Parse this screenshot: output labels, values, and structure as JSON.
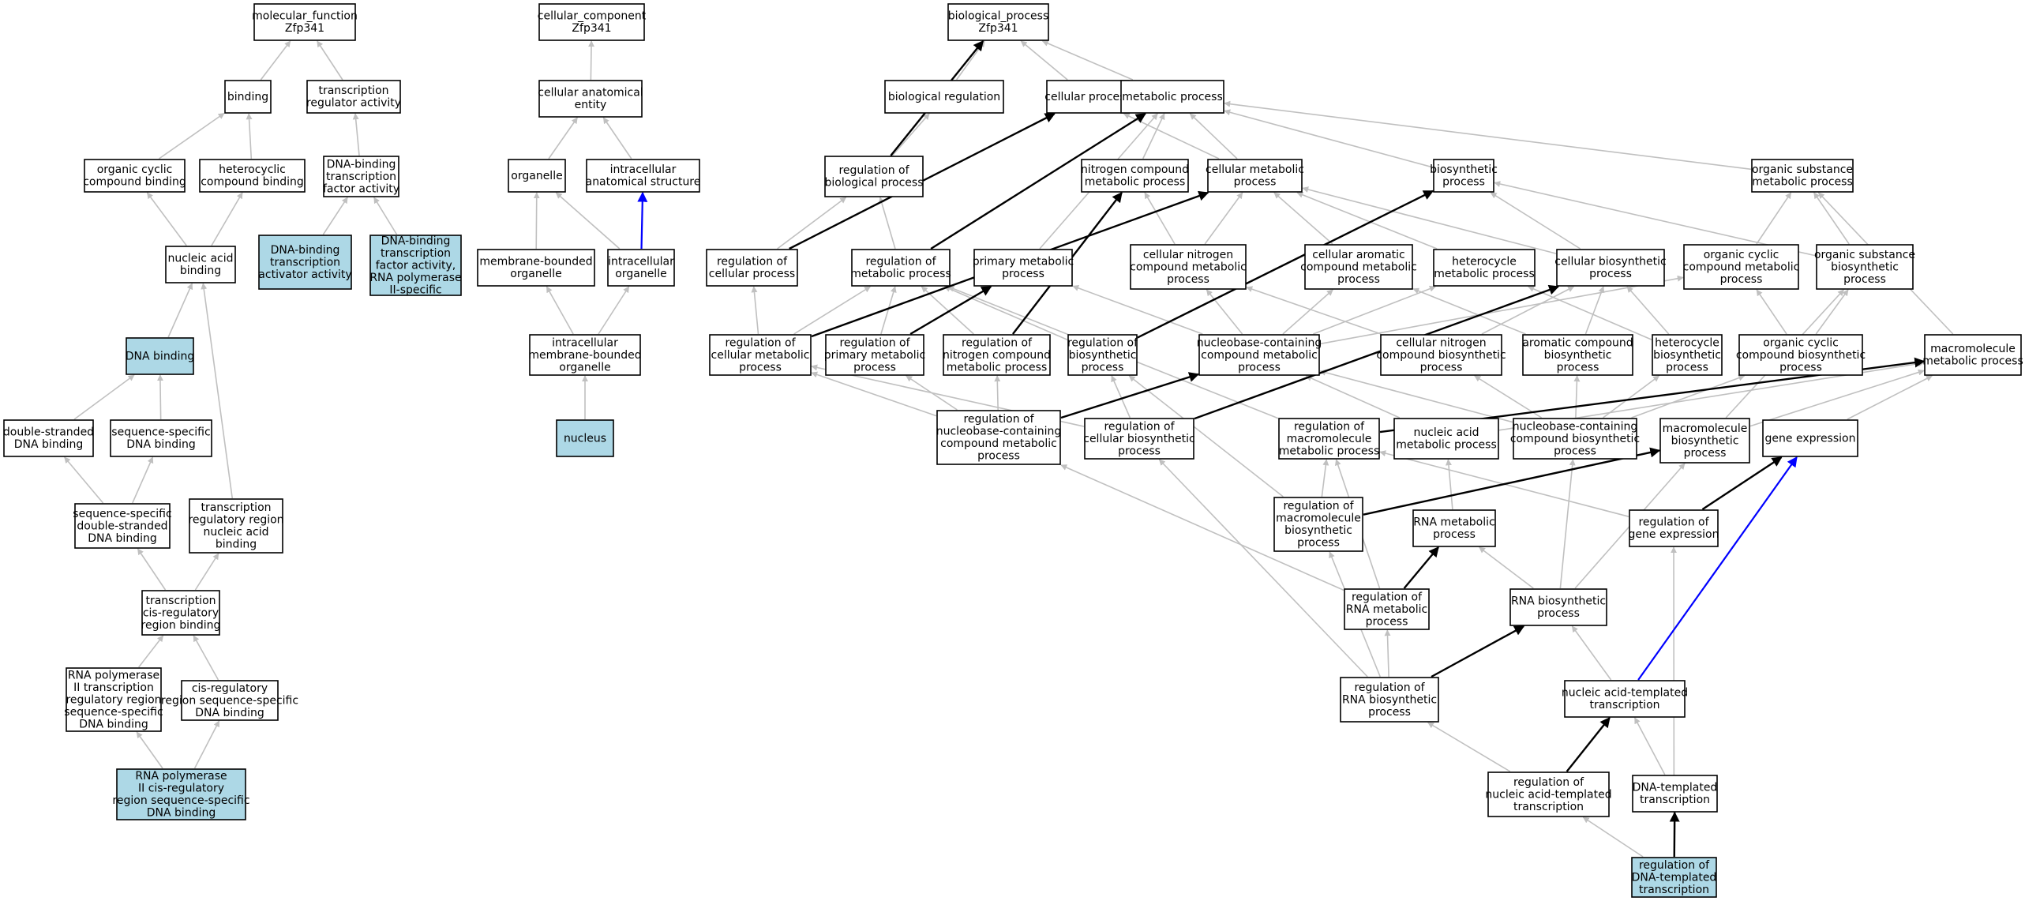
{
  "colors": {
    "highlight_fill": "#add8e6",
    "node_fill": "#ffffff",
    "edge_is_a": "#c0c0c0",
    "edge_regulates": "#000000",
    "edge_part_of": "#0000ff"
  },
  "nodes": [
    {
      "id": "mf",
      "lines": [
        "molecular_function",
        "Zfp341"
      ]
    },
    {
      "id": "binding",
      "lines": [
        "binding"
      ]
    },
    {
      "id": "trna",
      "lines": [
        "transcription",
        "regulator activity"
      ]
    },
    {
      "id": "ocb",
      "lines": [
        "organic cyclic",
        "compound binding"
      ]
    },
    {
      "id": "hcb",
      "lines": [
        "heterocyclic",
        "compound binding"
      ]
    },
    {
      "id": "dbtfa",
      "lines": [
        "DNA-binding",
        "transcription",
        "factor activity"
      ]
    },
    {
      "id": "nab",
      "lines": [
        "nucleic acid",
        "binding"
      ]
    },
    {
      "id": "dbtaa",
      "lines": [
        "DNA-binding",
        "transcription",
        "activator activity"
      ],
      "highlight": true
    },
    {
      "id": "dbtfa2",
      "lines": [
        "DNA-binding",
        "transcription",
        "factor activity,",
        "RNA polymerase",
        "II-specific"
      ],
      "highlight": true
    },
    {
      "id": "dnab",
      "lines": [
        "DNA binding"
      ],
      "highlight": true
    },
    {
      "id": "dsdb",
      "lines": [
        "double-stranded",
        "DNA binding"
      ]
    },
    {
      "id": "ssdb",
      "lines": [
        "sequence-specific",
        "DNA binding"
      ]
    },
    {
      "id": "ssdsdb",
      "lines": [
        "sequence-specific",
        "double-stranded",
        "DNA binding"
      ]
    },
    {
      "id": "trrnab",
      "lines": [
        "transcription",
        "regulatory region",
        "nucleic acid",
        "binding"
      ]
    },
    {
      "id": "tcrrb",
      "lines": [
        "transcription",
        "cis-regulatory",
        "region binding"
      ]
    },
    {
      "id": "rp2trr",
      "lines": [
        "RNA polymerase",
        "II transcription",
        "regulatory region",
        "sequence-specific",
        "DNA binding"
      ]
    },
    {
      "id": "crrssdb",
      "lines": [
        "cis-regulatory",
        "region sequence-specific",
        "DNA binding"
      ]
    },
    {
      "id": "rp2crr",
      "lines": [
        "RNA polymerase",
        "II cis-regulatory",
        "region sequence-specific",
        "DNA binding"
      ],
      "highlight": true
    },
    {
      "id": "cc",
      "lines": [
        "cellular_component",
        "Zfp341"
      ]
    },
    {
      "id": "cae",
      "lines": [
        "cellular anatomical",
        "entity"
      ]
    },
    {
      "id": "organelle",
      "lines": [
        "organelle"
      ]
    },
    {
      "id": "ias",
      "lines": [
        "intracellular",
        "anatomical structure"
      ]
    },
    {
      "id": "mbo",
      "lines": [
        "membrane-bounded",
        "organelle"
      ]
    },
    {
      "id": "io",
      "lines": [
        "intracellular",
        "organelle"
      ]
    },
    {
      "id": "imbo",
      "lines": [
        "intracellular",
        "membrane-bounded",
        "organelle"
      ]
    },
    {
      "id": "nucleus",
      "lines": [
        "nucleus"
      ],
      "highlight": true
    },
    {
      "id": "bp",
      "lines": [
        "biological_process",
        "Zfp341"
      ]
    },
    {
      "id": "breg",
      "lines": [
        "biological regulation"
      ]
    },
    {
      "id": "cp",
      "lines": [
        "cellular process"
      ]
    },
    {
      "id": "mp",
      "lines": [
        "metabolic process"
      ]
    },
    {
      "id": "rbp",
      "lines": [
        "regulation of",
        "biological process"
      ]
    },
    {
      "id": "ncmp",
      "lines": [
        "nitrogen compound",
        "metabolic process"
      ]
    },
    {
      "id": "cmp",
      "lines": [
        "cellular metabolic",
        "process"
      ]
    },
    {
      "id": "bsp",
      "lines": [
        "biosynthetic",
        "process"
      ]
    },
    {
      "id": "osmp",
      "lines": [
        "organic substance",
        "metabolic process"
      ]
    },
    {
      "id": "rcp",
      "lines": [
        "regulation of",
        "cellular process"
      ]
    },
    {
      "id": "rmp",
      "lines": [
        "regulation of",
        "metabolic process"
      ]
    },
    {
      "id": "pmp",
      "lines": [
        "primary metabolic",
        "process"
      ]
    },
    {
      "id": "cncmp",
      "lines": [
        "cellular nitrogen",
        "compound metabolic",
        "process"
      ]
    },
    {
      "id": "cacmp",
      "lines": [
        "cellular aromatic",
        "compound metabolic",
        "process"
      ]
    },
    {
      "id": "hmp",
      "lines": [
        "heterocycle",
        "metabolic process"
      ]
    },
    {
      "id": "cbp",
      "lines": [
        "cellular biosynthetic",
        "process"
      ]
    },
    {
      "id": "occmp",
      "lines": [
        "organic cyclic",
        "compound metabolic",
        "process"
      ]
    },
    {
      "id": "osbp",
      "lines": [
        "organic substance",
        "biosynthetic",
        "process"
      ]
    },
    {
      "id": "rcmp",
      "lines": [
        "regulation of",
        "cellular metabolic",
        "process"
      ]
    },
    {
      "id": "rpmp",
      "lines": [
        "regulation of",
        "primary metabolic",
        "process"
      ]
    },
    {
      "id": "rncmp",
      "lines": [
        "regulation of",
        "nitrogen compound",
        "metabolic process"
      ]
    },
    {
      "id": "rbsp",
      "lines": [
        "regulation of",
        "biosynthetic",
        "process"
      ]
    },
    {
      "id": "nbcmp",
      "lines": [
        "nucleobase-containing",
        "compound metabolic",
        "process"
      ]
    },
    {
      "id": "cncbp",
      "lines": [
        "cellular nitrogen",
        "compound biosynthetic",
        "process"
      ]
    },
    {
      "id": "acbp",
      "lines": [
        "aromatic compound",
        "biosynthetic",
        "process"
      ]
    },
    {
      "id": "hbp",
      "lines": [
        "heterocycle",
        "biosynthetic",
        "process"
      ]
    },
    {
      "id": "occbp",
      "lines": [
        "organic cyclic",
        "compound biosynthetic",
        "process"
      ]
    },
    {
      "id": "mmp",
      "lines": [
        "macromolecule",
        "metabolic process"
      ]
    },
    {
      "id": "rnbcmp",
      "lines": [
        "regulation of",
        "nucleobase-containing",
        "compound metabolic",
        "process"
      ]
    },
    {
      "id": "rcbp",
      "lines": [
        "regulation of",
        "cellular biosynthetic",
        "process"
      ]
    },
    {
      "id": "rmmp",
      "lines": [
        "regulation of",
        "macromolecule",
        "metabolic process"
      ]
    },
    {
      "id": "namp",
      "lines": [
        "nucleic acid",
        "metabolic process"
      ]
    },
    {
      "id": "nbcbp",
      "lines": [
        "nucleobase-containing",
        "compound biosynthetic",
        "process"
      ]
    },
    {
      "id": "mbp",
      "lines": [
        "macromolecule",
        "biosynthetic",
        "process"
      ]
    },
    {
      "id": "ge",
      "lines": [
        "gene expression"
      ]
    },
    {
      "id": "rmbp",
      "lines": [
        "regulation of",
        "macromolecule",
        "biosynthetic",
        "process"
      ]
    },
    {
      "id": "rnamp",
      "lines": [
        "RNA metabolic",
        "process"
      ]
    },
    {
      "id": "rge",
      "lines": [
        "regulation of",
        "gene expression"
      ]
    },
    {
      "id": "rrnamp",
      "lines": [
        "regulation of",
        "RNA metabolic",
        "process"
      ]
    },
    {
      "id": "rnabp",
      "lines": [
        "RNA biosynthetic",
        "process"
      ]
    },
    {
      "id": "rrnabp",
      "lines": [
        "regulation of",
        "RNA biosynthetic",
        "process"
      ]
    },
    {
      "id": "natt",
      "lines": [
        "nucleic acid-templated",
        "transcription"
      ]
    },
    {
      "id": "rnatt",
      "lines": [
        "regulation of",
        "nucleic acid-templated",
        "transcription"
      ]
    },
    {
      "id": "dtt",
      "lines": [
        "DNA-templated",
        "transcription"
      ]
    },
    {
      "id": "rdtt",
      "lines": [
        "regulation of",
        "DNA-templated",
        "transcription"
      ],
      "highlight": true
    }
  ],
  "edges": [
    {
      "from": "binding",
      "to": "mf",
      "type": "is_a"
    },
    {
      "from": "trna",
      "to": "mf",
      "type": "is_a"
    },
    {
      "from": "ocb",
      "to": "binding",
      "type": "is_a"
    },
    {
      "from": "hcb",
      "to": "binding",
      "type": "is_a"
    },
    {
      "from": "dbtfa",
      "to": "trna",
      "type": "is_a"
    },
    {
      "from": "nab",
      "to": "ocb",
      "type": "is_a"
    },
    {
      "from": "nab",
      "to": "hcb",
      "type": "is_a"
    },
    {
      "from": "dbtaa",
      "to": "dbtfa",
      "type": "is_a"
    },
    {
      "from": "dbtfa2",
      "to": "dbtfa",
      "type": "is_a"
    },
    {
      "from": "dnab",
      "to": "nab",
      "type": "is_a"
    },
    {
      "from": "dsdb",
      "to": "dnab",
      "type": "is_a"
    },
    {
      "from": "ssdb",
      "to": "dnab",
      "type": "is_a"
    },
    {
      "from": "ssdsdb",
      "to": "dsdb",
      "type": "is_a"
    },
    {
      "from": "ssdsdb",
      "to": "ssdb",
      "type": "is_a"
    },
    {
      "from": "trrnab",
      "to": "nab",
      "type": "is_a"
    },
    {
      "from": "tcrrb",
      "to": "ssdsdb",
      "type": "is_a"
    },
    {
      "from": "tcrrb",
      "to": "trrnab",
      "type": "is_a"
    },
    {
      "from": "rp2trr",
      "to": "tcrrb",
      "type": "is_a"
    },
    {
      "from": "crrssdb",
      "to": "tcrrb",
      "type": "is_a"
    },
    {
      "from": "rp2crr",
      "to": "rp2trr",
      "type": "is_a"
    },
    {
      "from": "rp2crr",
      "to": "crrssdb",
      "type": "is_a"
    },
    {
      "from": "cae",
      "to": "cc",
      "type": "is_a"
    },
    {
      "from": "organelle",
      "to": "cae",
      "type": "is_a"
    },
    {
      "from": "ias",
      "to": "cae",
      "type": "is_a"
    },
    {
      "from": "mbo",
      "to": "organelle",
      "type": "is_a"
    },
    {
      "from": "io",
      "to": "organelle",
      "type": "is_a"
    },
    {
      "from": "io",
      "to": "ias",
      "type": "part_of"
    },
    {
      "from": "imbo",
      "to": "mbo",
      "type": "is_a"
    },
    {
      "from": "imbo",
      "to": "io",
      "type": "is_a"
    },
    {
      "from": "nucleus",
      "to": "imbo",
      "type": "is_a"
    },
    {
      "from": "breg",
      "to": "bp",
      "type": "is_a"
    },
    {
      "from": "cp",
      "to": "bp",
      "type": "is_a"
    },
    {
      "from": "mp",
      "to": "bp",
      "type": "is_a"
    },
    {
      "from": "rbp",
      "to": "bp",
      "type": "regulates"
    },
    {
      "from": "rbp",
      "to": "breg",
      "type": "is_a"
    },
    {
      "from": "ncmp",
      "to": "mp",
      "type": "is_a"
    },
    {
      "from": "cmp",
      "to": "mp",
      "type": "is_a"
    },
    {
      "from": "cmp",
      "to": "cp",
      "type": "is_a"
    },
    {
      "from": "bsp",
      "to": "mp",
      "type": "is_a"
    },
    {
      "from": "osmp",
      "to": "mp",
      "type": "is_a"
    },
    {
      "from": "rcp",
      "to": "rbp",
      "type": "is_a"
    },
    {
      "from": "rcp",
      "to": "cp",
      "type": "regulates"
    },
    {
      "from": "rmp",
      "to": "rbp",
      "type": "is_a"
    },
    {
      "from": "rmp",
      "to": "mp",
      "type": "regulates"
    },
    {
      "from": "pmp",
      "to": "mp",
      "type": "is_a"
    },
    {
      "from": "cncmp",
      "to": "ncmp",
      "type": "is_a"
    },
    {
      "from": "cncmp",
      "to": "cmp",
      "type": "is_a"
    },
    {
      "from": "cacmp",
      "to": "cmp",
      "type": "is_a"
    },
    {
      "from": "hmp",
      "to": "cmp",
      "type": "is_a"
    },
    {
      "from": "cbp",
      "to": "cmp",
      "type": "is_a"
    },
    {
      "from": "cbp",
      "to": "bsp",
      "type": "is_a"
    },
    {
      "from": "occmp",
      "to": "osmp",
      "type": "is_a"
    },
    {
      "from": "osbp",
      "to": "osmp",
      "type": "is_a"
    },
    {
      "from": "osbp",
      "to": "bsp",
      "type": "is_a"
    },
    {
      "from": "rcmp",
      "to": "rcp",
      "type": "is_a"
    },
    {
      "from": "rcmp",
      "to": "rmp",
      "type": "is_a"
    },
    {
      "from": "rcmp",
      "to": "cmp",
      "type": "regulates"
    },
    {
      "from": "rpmp",
      "to": "rmp",
      "type": "is_a"
    },
    {
      "from": "rpmp",
      "to": "pmp",
      "type": "regulates"
    },
    {
      "from": "rncmp",
      "to": "rmp",
      "type": "is_a"
    },
    {
      "from": "rncmp",
      "to": "ncmp",
      "type": "regulates"
    },
    {
      "from": "rbsp",
      "to": "rmp",
      "type": "is_a"
    },
    {
      "from": "rbsp",
      "to": "bsp",
      "type": "regulates"
    },
    {
      "from": "nbcmp",
      "to": "cncmp",
      "type": "is_a"
    },
    {
      "from": "nbcmp",
      "to": "cacmp",
      "type": "is_a"
    },
    {
      "from": "nbcmp",
      "to": "hmp",
      "type": "is_a"
    },
    {
      "from": "nbcmp",
      "to": "occmp",
      "type": "is_a"
    },
    {
      "from": "nbcmp",
      "to": "pmp",
      "type": "is_a"
    },
    {
      "from": "cncbp",
      "to": "cncmp",
      "type": "is_a"
    },
    {
      "from": "cncbp",
      "to": "cbp",
      "type": "is_a"
    },
    {
      "from": "acbp",
      "to": "cacmp",
      "type": "is_a"
    },
    {
      "from": "acbp",
      "to": "cbp",
      "type": "is_a"
    },
    {
      "from": "hbp",
      "to": "hmp",
      "type": "is_a"
    },
    {
      "from": "hbp",
      "to": "cbp",
      "type": "is_a"
    },
    {
      "from": "occbp",
      "to": "occmp",
      "type": "is_a"
    },
    {
      "from": "occbp",
      "to": "osbp",
      "type": "is_a"
    },
    {
      "from": "mmp",
      "to": "osmp",
      "type": "is_a"
    },
    {
      "from": "rnbcmp",
      "to": "rcmp",
      "type": "is_a"
    },
    {
      "from": "rnbcmp",
      "to": "rpmp",
      "type": "is_a"
    },
    {
      "from": "rnbcmp",
      "to": "rncmp",
      "type": "is_a"
    },
    {
      "from": "rnbcmp",
      "to": "nbcmp",
      "type": "regulates"
    },
    {
      "from": "rcbp",
      "to": "rcmp",
      "type": "is_a"
    },
    {
      "from": "rcbp",
      "to": "rbsp",
      "type": "is_a"
    },
    {
      "from": "rcbp",
      "to": "cbp",
      "type": "regulates"
    },
    {
      "from": "rmmp",
      "to": "rmp",
      "type": "is_a"
    },
    {
      "from": "rmmp",
      "to": "mmp",
      "type": "regulates"
    },
    {
      "from": "namp",
      "to": "nbcmp",
      "type": "is_a"
    },
    {
      "from": "namp",
      "to": "mmp",
      "type": "is_a"
    },
    {
      "from": "nbcbp",
      "to": "nbcmp",
      "type": "is_a"
    },
    {
      "from": "nbcbp",
      "to": "cncbp",
      "type": "is_a"
    },
    {
      "from": "nbcbp",
      "to": "acbp",
      "type": "is_a"
    },
    {
      "from": "nbcbp",
      "to": "hbp",
      "type": "is_a"
    },
    {
      "from": "nbcbp",
      "to": "occbp",
      "type": "is_a"
    },
    {
      "from": "mbp",
      "to": "mmp",
      "type": "is_a"
    },
    {
      "from": "mbp",
      "to": "osbp",
      "type": "is_a"
    },
    {
      "from": "ge",
      "to": "mmp",
      "type": "is_a"
    },
    {
      "from": "rmbp",
      "to": "rmmp",
      "type": "is_a"
    },
    {
      "from": "rmbp",
      "to": "rbsp",
      "type": "is_a"
    },
    {
      "from": "rmbp",
      "to": "mbp",
      "type": "regulates"
    },
    {
      "from": "rnamp",
      "to": "namp",
      "type": "is_a"
    },
    {
      "from": "rge",
      "to": "rmmp",
      "type": "is_a"
    },
    {
      "from": "rge",
      "to": "ge",
      "type": "regulates"
    },
    {
      "from": "rrnamp",
      "to": "rnbcmp",
      "type": "is_a"
    },
    {
      "from": "rrnamp",
      "to": "rmmp",
      "type": "is_a"
    },
    {
      "from": "rrnamp",
      "to": "rnamp",
      "type": "regulates"
    },
    {
      "from": "rnabp",
      "to": "rnamp",
      "type": "is_a"
    },
    {
      "from": "rnabp",
      "to": "nbcbp",
      "type": "is_a"
    },
    {
      "from": "rnabp",
      "to": "mbp",
      "type": "is_a"
    },
    {
      "from": "rrnabp",
      "to": "rrnamp",
      "type": "is_a"
    },
    {
      "from": "rrnabp",
      "to": "rmbp",
      "type": "is_a"
    },
    {
      "from": "rrnabp",
      "to": "rcbp",
      "type": "is_a"
    },
    {
      "from": "rrnabp",
      "to": "rnabp",
      "type": "regulates"
    },
    {
      "from": "natt",
      "to": "rnabp",
      "type": "is_a"
    },
    {
      "from": "natt",
      "to": "ge",
      "type": "part_of"
    },
    {
      "from": "rnatt",
      "to": "rrnabp",
      "type": "is_a"
    },
    {
      "from": "rnatt",
      "to": "natt",
      "type": "regulates"
    },
    {
      "from": "dtt",
      "to": "natt",
      "type": "is_a"
    },
    {
      "from": "rdtt",
      "to": "rnatt",
      "type": "is_a"
    },
    {
      "from": "rdtt",
      "to": "dtt",
      "type": "regulates"
    },
    {
      "from": "rdtt",
      "to": "rge",
      "type": "is_a"
    }
  ]
}
